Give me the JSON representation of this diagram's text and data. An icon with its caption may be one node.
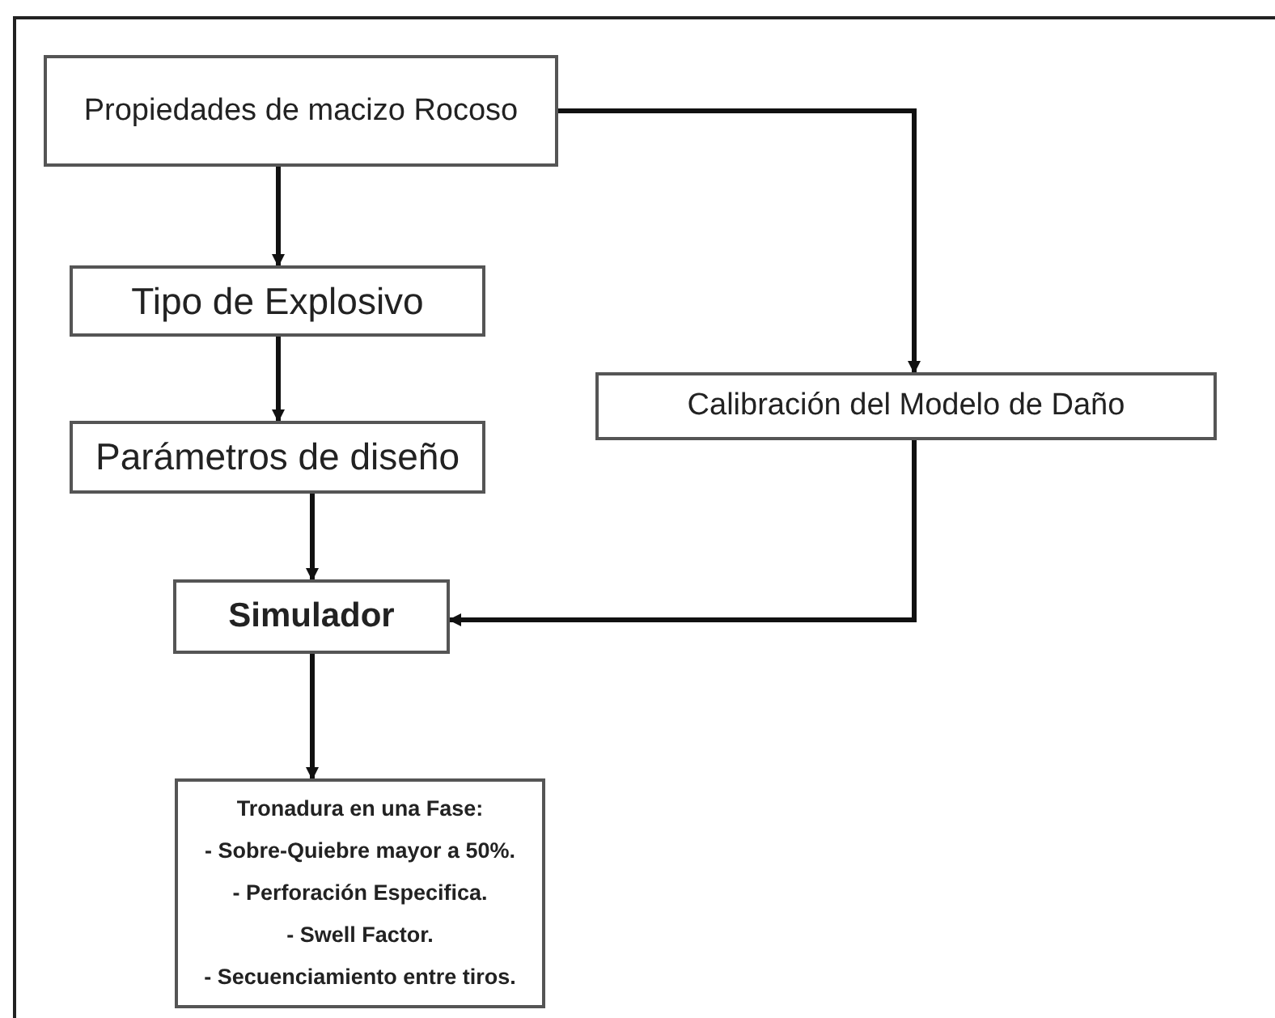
{
  "diagram": {
    "nodes": [
      {
        "text": [
          "Propiedades de macizo Rocoso"
        ]
      },
      {
        "text": [
          "Tipo de Explosivo"
        ]
      },
      {
        "text": [
          "Parámetros de diseño"
        ]
      },
      {
        "text": [
          "Simulador"
        ]
      },
      {
        "text": [
          "Tronadura en una Fase:",
          "- Sobre-Quiebre mayor a 50%.",
          "- Perforación Especifica.",
          "- Swell Factor.",
          "- Secuenciamiento entre tiros."
        ]
      },
      {
        "text": [
          "Calibración del Modelo de Daño"
        ]
      }
    ],
    "edges": [
      {
        "from": 0,
        "to": 1,
        "arrow": "to"
      },
      {
        "from": 1,
        "to": 2,
        "arrow": "to"
      },
      {
        "from": 2,
        "to": 3,
        "arrow": "to"
      },
      {
        "from": 3,
        "to": 4,
        "arrow": "to"
      },
      {
        "from": 0,
        "to": 5,
        "arrow": "to"
      },
      {
        "from": 5,
        "to": 3,
        "arrow": "to"
      }
    ]
  }
}
